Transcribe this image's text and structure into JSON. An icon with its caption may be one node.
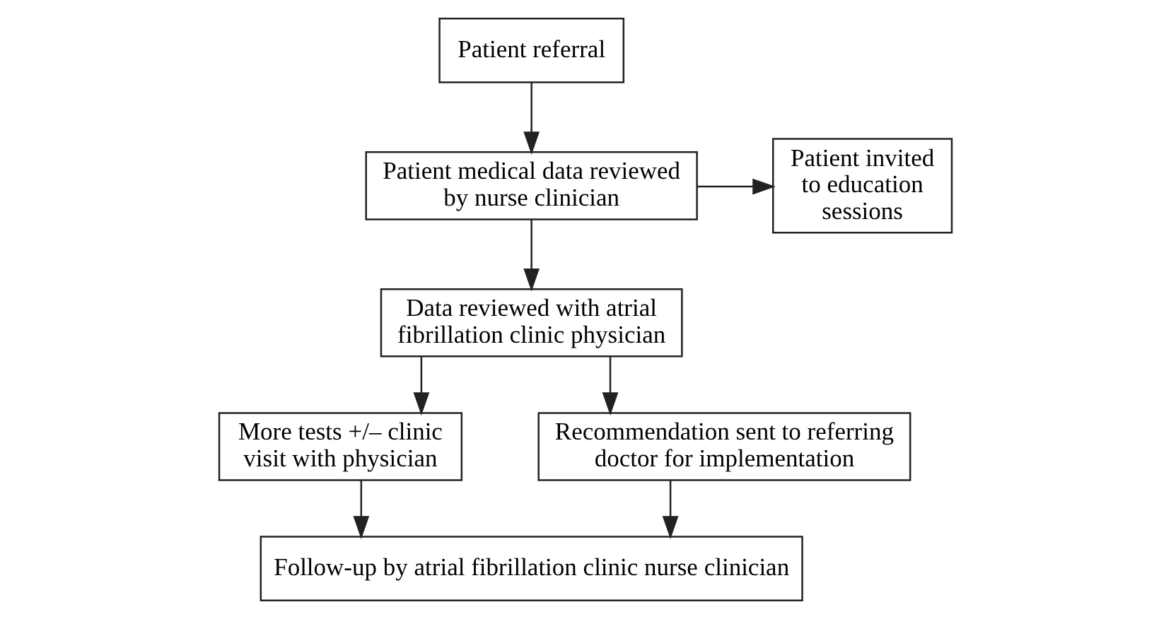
{
  "diagram": {
    "nodes": [
      {
        "text": [
          "Patient referral"
        ]
      },
      {
        "text": [
          "Patient medical data reviewed by nurse clinician"
        ]
      },
      {
        "text": [
          "Patient invited to education sessions"
        ]
      },
      {
        "text": [
          "Data reviewed with atrial fibrillation clinic physician"
        ]
      },
      {
        "text": [
          "More tests +/– clinic visit with physician"
        ]
      },
      {
        "text": [
          "Recommendation sent to referring doctor for implementation"
        ]
      },
      {
        "text": [
          "Follow-up by atrial fibrillation clinic nurse clinician"
        ]
      }
    ],
    "edges": [
      {
        "from": 0,
        "to": 1,
        "arrow": "to"
      },
      {
        "from": 1,
        "to": 2,
        "arrow": "to"
      },
      {
        "from": 1,
        "to": 3,
        "arrow": "to"
      },
      {
        "from": 3,
        "to": 4,
        "arrow": "to"
      },
      {
        "from": 3,
        "to": 5,
        "arrow": "to"
      },
      {
        "from": 4,
        "to": 6,
        "arrow": "to"
      },
      {
        "from": 5,
        "to": 6,
        "arrow": "to"
      }
    ]
  }
}
